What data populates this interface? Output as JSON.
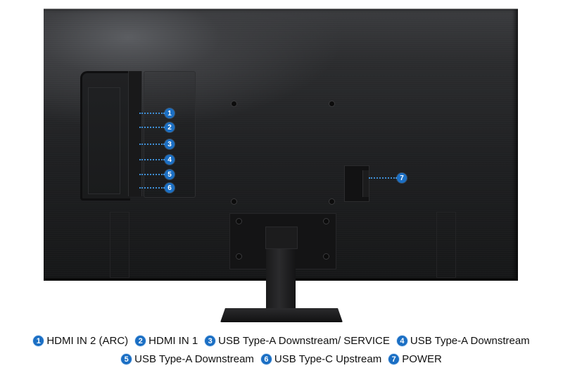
{
  "figure": {
    "subject": "Monitor rear view with port callouts",
    "badge_color": "#1b6fc4",
    "line_color": "#3f8fd6",
    "body_color": "#1e1f21"
  },
  "callouts": [
    {
      "num": "1",
      "label": "HDMI IN 2 (ARC)"
    },
    {
      "num": "2",
      "label": "HDMI IN 1"
    },
    {
      "num": "3",
      "label": "USB Type-A Downstream/ SERVICE"
    },
    {
      "num": "4",
      "label": "USB Type-A Downstream"
    },
    {
      "num": "5",
      "label": "USB Type-A Downstream"
    },
    {
      "num": "6",
      "label": "USB Type-C Upstream"
    },
    {
      "num": "7",
      "label": "POWER"
    }
  ]
}
